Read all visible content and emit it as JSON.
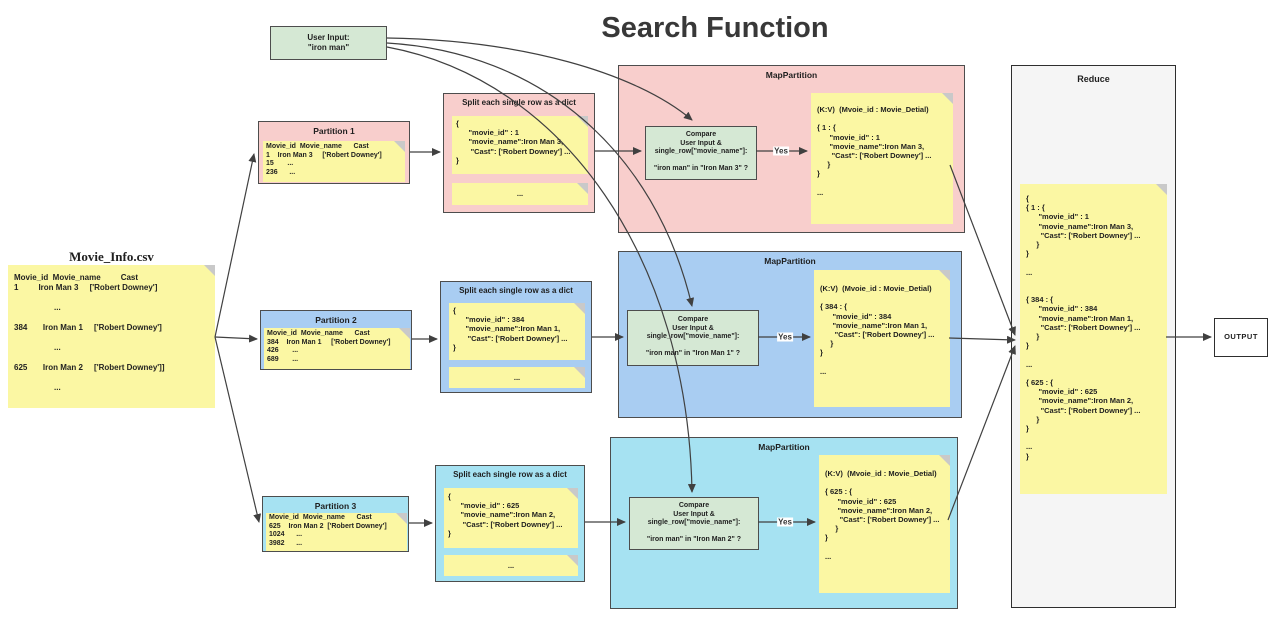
{
  "title": "Search Function",
  "user_input": {
    "text": "User Input:\n\"iron man\""
  },
  "source": {
    "title": "Movie_Info.csv",
    "table": "Movie_id  Movie_name         Cast\n1         Iron Man 3     ['Robert Downey']\n\n                  ...\n\n384       Iron Man 1     ['Robert Downey']\n\n                  ...\n\n625       Iron Man 2     ['Robert Downey']]\n\n                  ..."
  },
  "partitions": [
    {
      "name": "Partition 1",
      "rows": "Movie_id  Movie_name      Cast\n1    Iron Man 3     ['Robert Downey']\n15       ...\n236      ...",
      "split_title": "Split each single row as a dict",
      "split_dict": "{\n      \"movie_id\" : 1\n      \"movie_name\":Iron Man 3,\n       \"Cast\": ['Robert Downey'] ...\n}",
      "more": "...",
      "map_title": "MapPartition",
      "compare": "Compare\nUser Input  &\nsingle_row[\"movie_name\"]:\n\n\"iron man\" in \"Iron Man 3\" ?",
      "yes": "Yes",
      "kv": "(K:V)  (Mvoie_id : Movie_Detial)\n\n{ 1 : {\n      \"movie_id\" : 1\n      \"movie_name\":Iron Man 3,\n       \"Cast\": ['Robert Downey'] ...\n     }\n}\n\n..."
    },
    {
      "name": "Partition 2",
      "rows": "Movie_id  Movie_name      Cast\n384    Iron Man 1     ['Robert Downey']\n426       ...\n689       ...",
      "split_title": "Split each single row as a dict",
      "split_dict": "{\n      \"movie_id\" : 384\n      \"movie_name\":Iron Man 1,\n       \"Cast\": ['Robert Downey'] ...\n}",
      "more": "...",
      "map_title": "MapPartition",
      "compare": "Compare\nUser Input  &\nsingle_row[\"movie_name\"]:\n\n\"iron man\" in \"Iron Man 1\" ?",
      "yes": "Yes",
      "kv": "(K:V)  (Mvoie_id : Movie_Detial)\n\n{ 384 : {\n      \"movie_id\" : 384\n      \"movie_name\":Iron Man 1,\n       \"Cast\": ['Robert Downey'] ...\n     }\n}\n\n..."
    },
    {
      "name": "Partition 3",
      "rows": "Movie_id  Movie_name      Cast\n625    Iron Man 2  ['Robert Downey']\n1024      ...\n3982      ...",
      "split_title": "Split each single row as a dict",
      "split_dict": "{\n      \"movie_id\" : 625\n      \"movie_name\":Iron Man 2,\n       \"Cast\": ['Robert Downey'] ...\n}",
      "more": "...",
      "map_title": "MapPartition",
      "compare": "Compare\nUser Input  &\nsingle_row[\"movie_name\"]:\n\n\"iron man\" in \"Iron Man 2\" ?",
      "yes": "Yes",
      "kv": "(K:V)  (Mvoie_id : Movie_Detial)\n\n{ 625 : {\n      \"movie_id\" : 625\n      \"movie_name\":Iron Man 2,\n       \"Cast\": ['Robert Downey'] ...\n     }\n}\n\n..."
    }
  ],
  "reduce": {
    "title": "Reduce",
    "result": "{\n{ 1 : {\n      \"movie_id\" : 1\n      \"movie_name\":Iron Man 3,\n       \"Cast\": ['Robert Downey'] ...\n     }\n}\n\n...\n\n\n{ 384 : {\n      \"movie_id\" : 384\n      \"movie_name\":Iron Man 1,\n       \"Cast\": ['Robert Downey'] ...\n     }\n}\n\n...\n\n{ 625 : {\n      \"movie_id\" : 625\n      \"movie_name\":Iron Man 2,\n       \"Cast\": ['Robert Downey'] ...\n     }\n}\n\n...\n}"
  },
  "output": {
    "label": "OUTPUT"
  },
  "colors": {
    "pink": "#f8cecc",
    "blue": "#a9cdf2",
    "cyan": "#a6e2f2",
    "green": "#d5e8d4",
    "note_yellow": "#fbf7a3",
    "reduce_grey": "#f5f5f5",
    "line": "#404040"
  }
}
